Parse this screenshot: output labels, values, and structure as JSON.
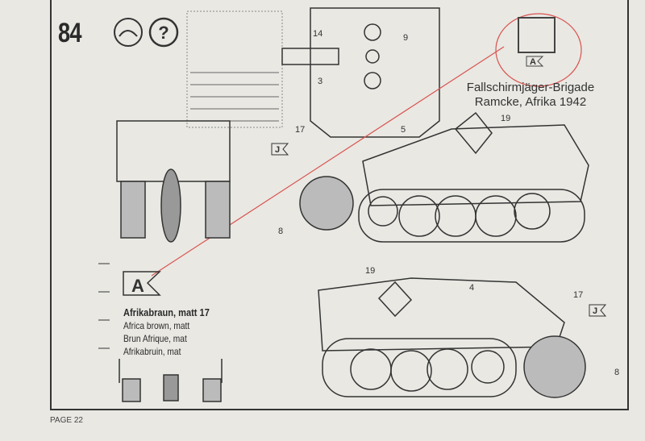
{
  "step_number": "84",
  "icons": [
    "decal-water-icon",
    "question-icon"
  ],
  "caption": {
    "line1": "Fallschirmjäger-Brigade",
    "line2": "Ramcke, Afrika 1942"
  },
  "part_numbers": {
    "top_a": "14",
    "top_b": "9",
    "top_c": "3",
    "side_a": "17",
    "side_b": "5",
    "side_c": "19",
    "side_d": "8",
    "side2_a": "19",
    "side2_b": "4",
    "side2_c": "17",
    "side2_d": "8"
  },
  "color_code": "A",
  "paint": {
    "name_de": "Afrikabraun, matt 17",
    "name_en": "Africa brown, matt",
    "name_fr": "Brun Afrique, mat",
    "name_nl": "Afrikabruin, mat"
  },
  "decal_letter": "J",
  "page_label": "PAGE 22",
  "colors": {
    "highlight": "#d9534f",
    "ink": "#2a2a2a",
    "paper": "#e9e8e3"
  }
}
